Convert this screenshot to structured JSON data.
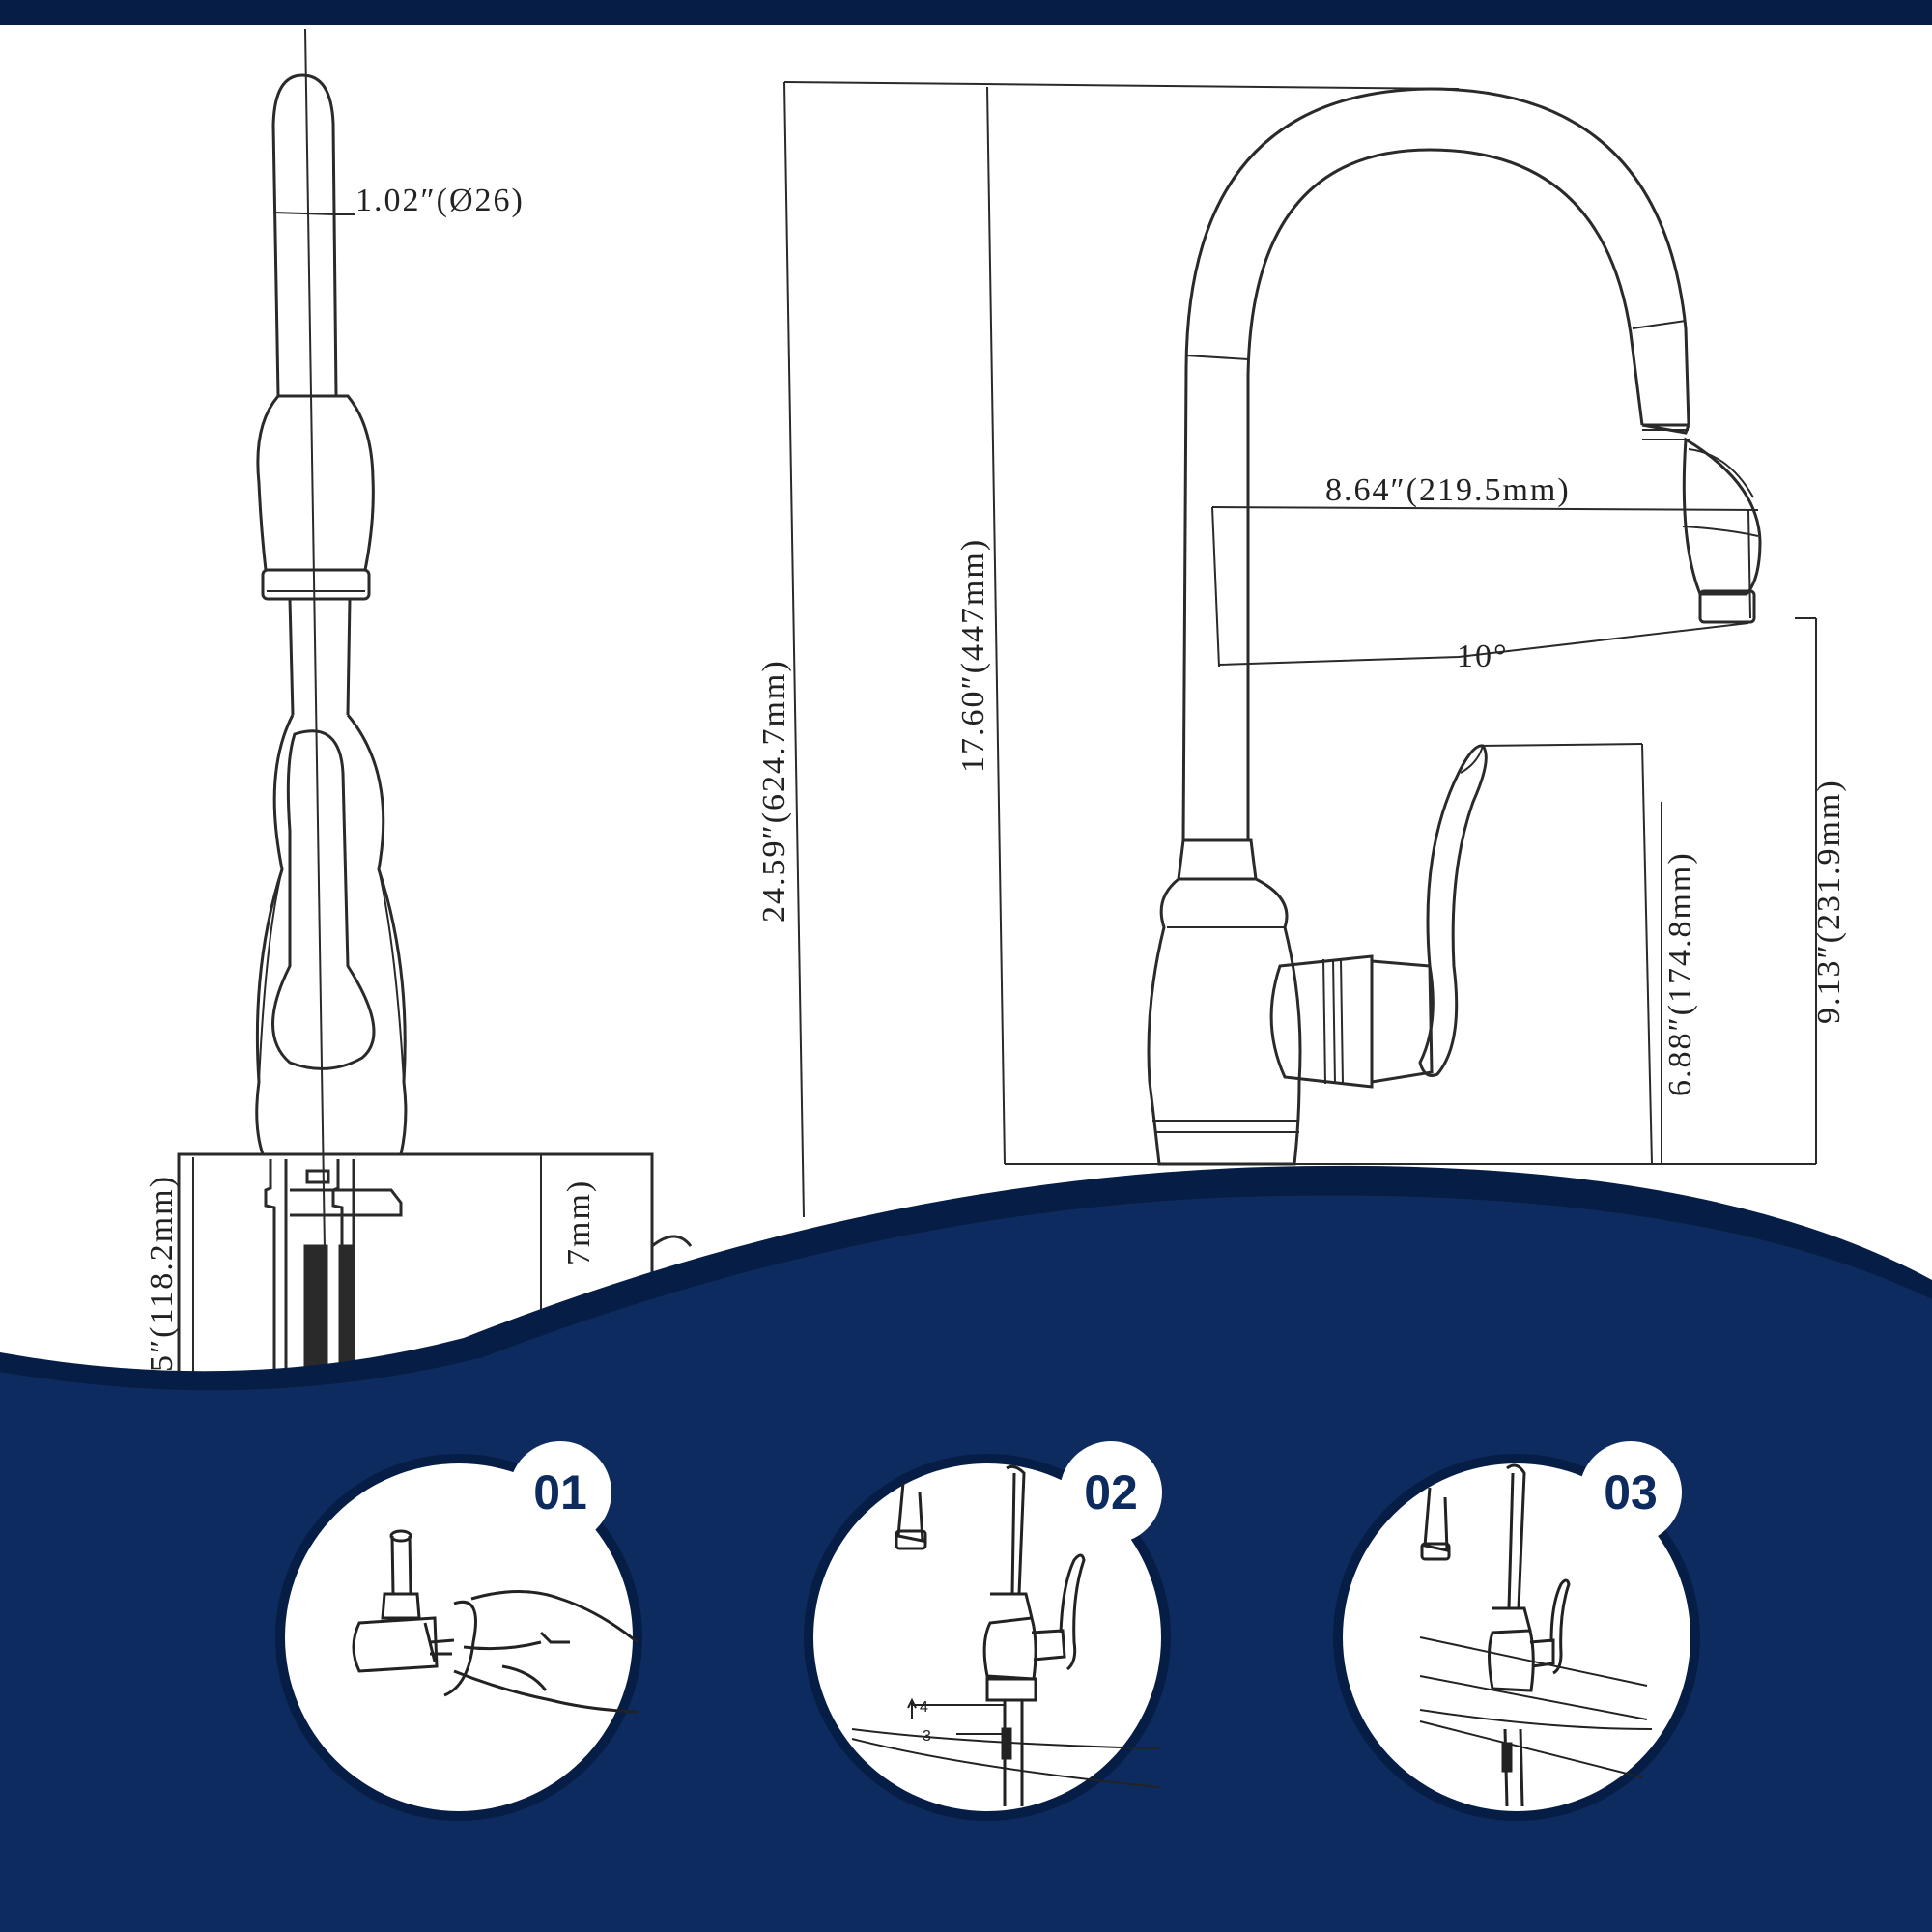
{
  "colors": {
    "navy": "#0d2b5e",
    "navy_dark": "#061d45",
    "line": "#2a2a2a",
    "white": "#ffffff"
  },
  "dimensions": {
    "spray_diameter": "1.02″(Ø26)",
    "total_height": "24.59″(624.7mm)",
    "spout_height": "17.60″(447mm)",
    "reach": "8.64″(219.5mm)",
    "angle": "10°",
    "spout_to_deck": "9.13″(231.9mm)",
    "handle_height": "6.88″(174.8mm)",
    "base_partial_left": "5″(118.2mm)",
    "base_partial_right": "7mm)"
  },
  "steps": [
    {
      "number": "01",
      "icon": "hand-installing-valve-icon"
    },
    {
      "number": "02",
      "icon": "faucet-mounting-parts-icon",
      "labels": [
        "4",
        "3"
      ]
    },
    {
      "number": "03",
      "icon": "faucet-mounted-on-sink-icon"
    }
  ]
}
